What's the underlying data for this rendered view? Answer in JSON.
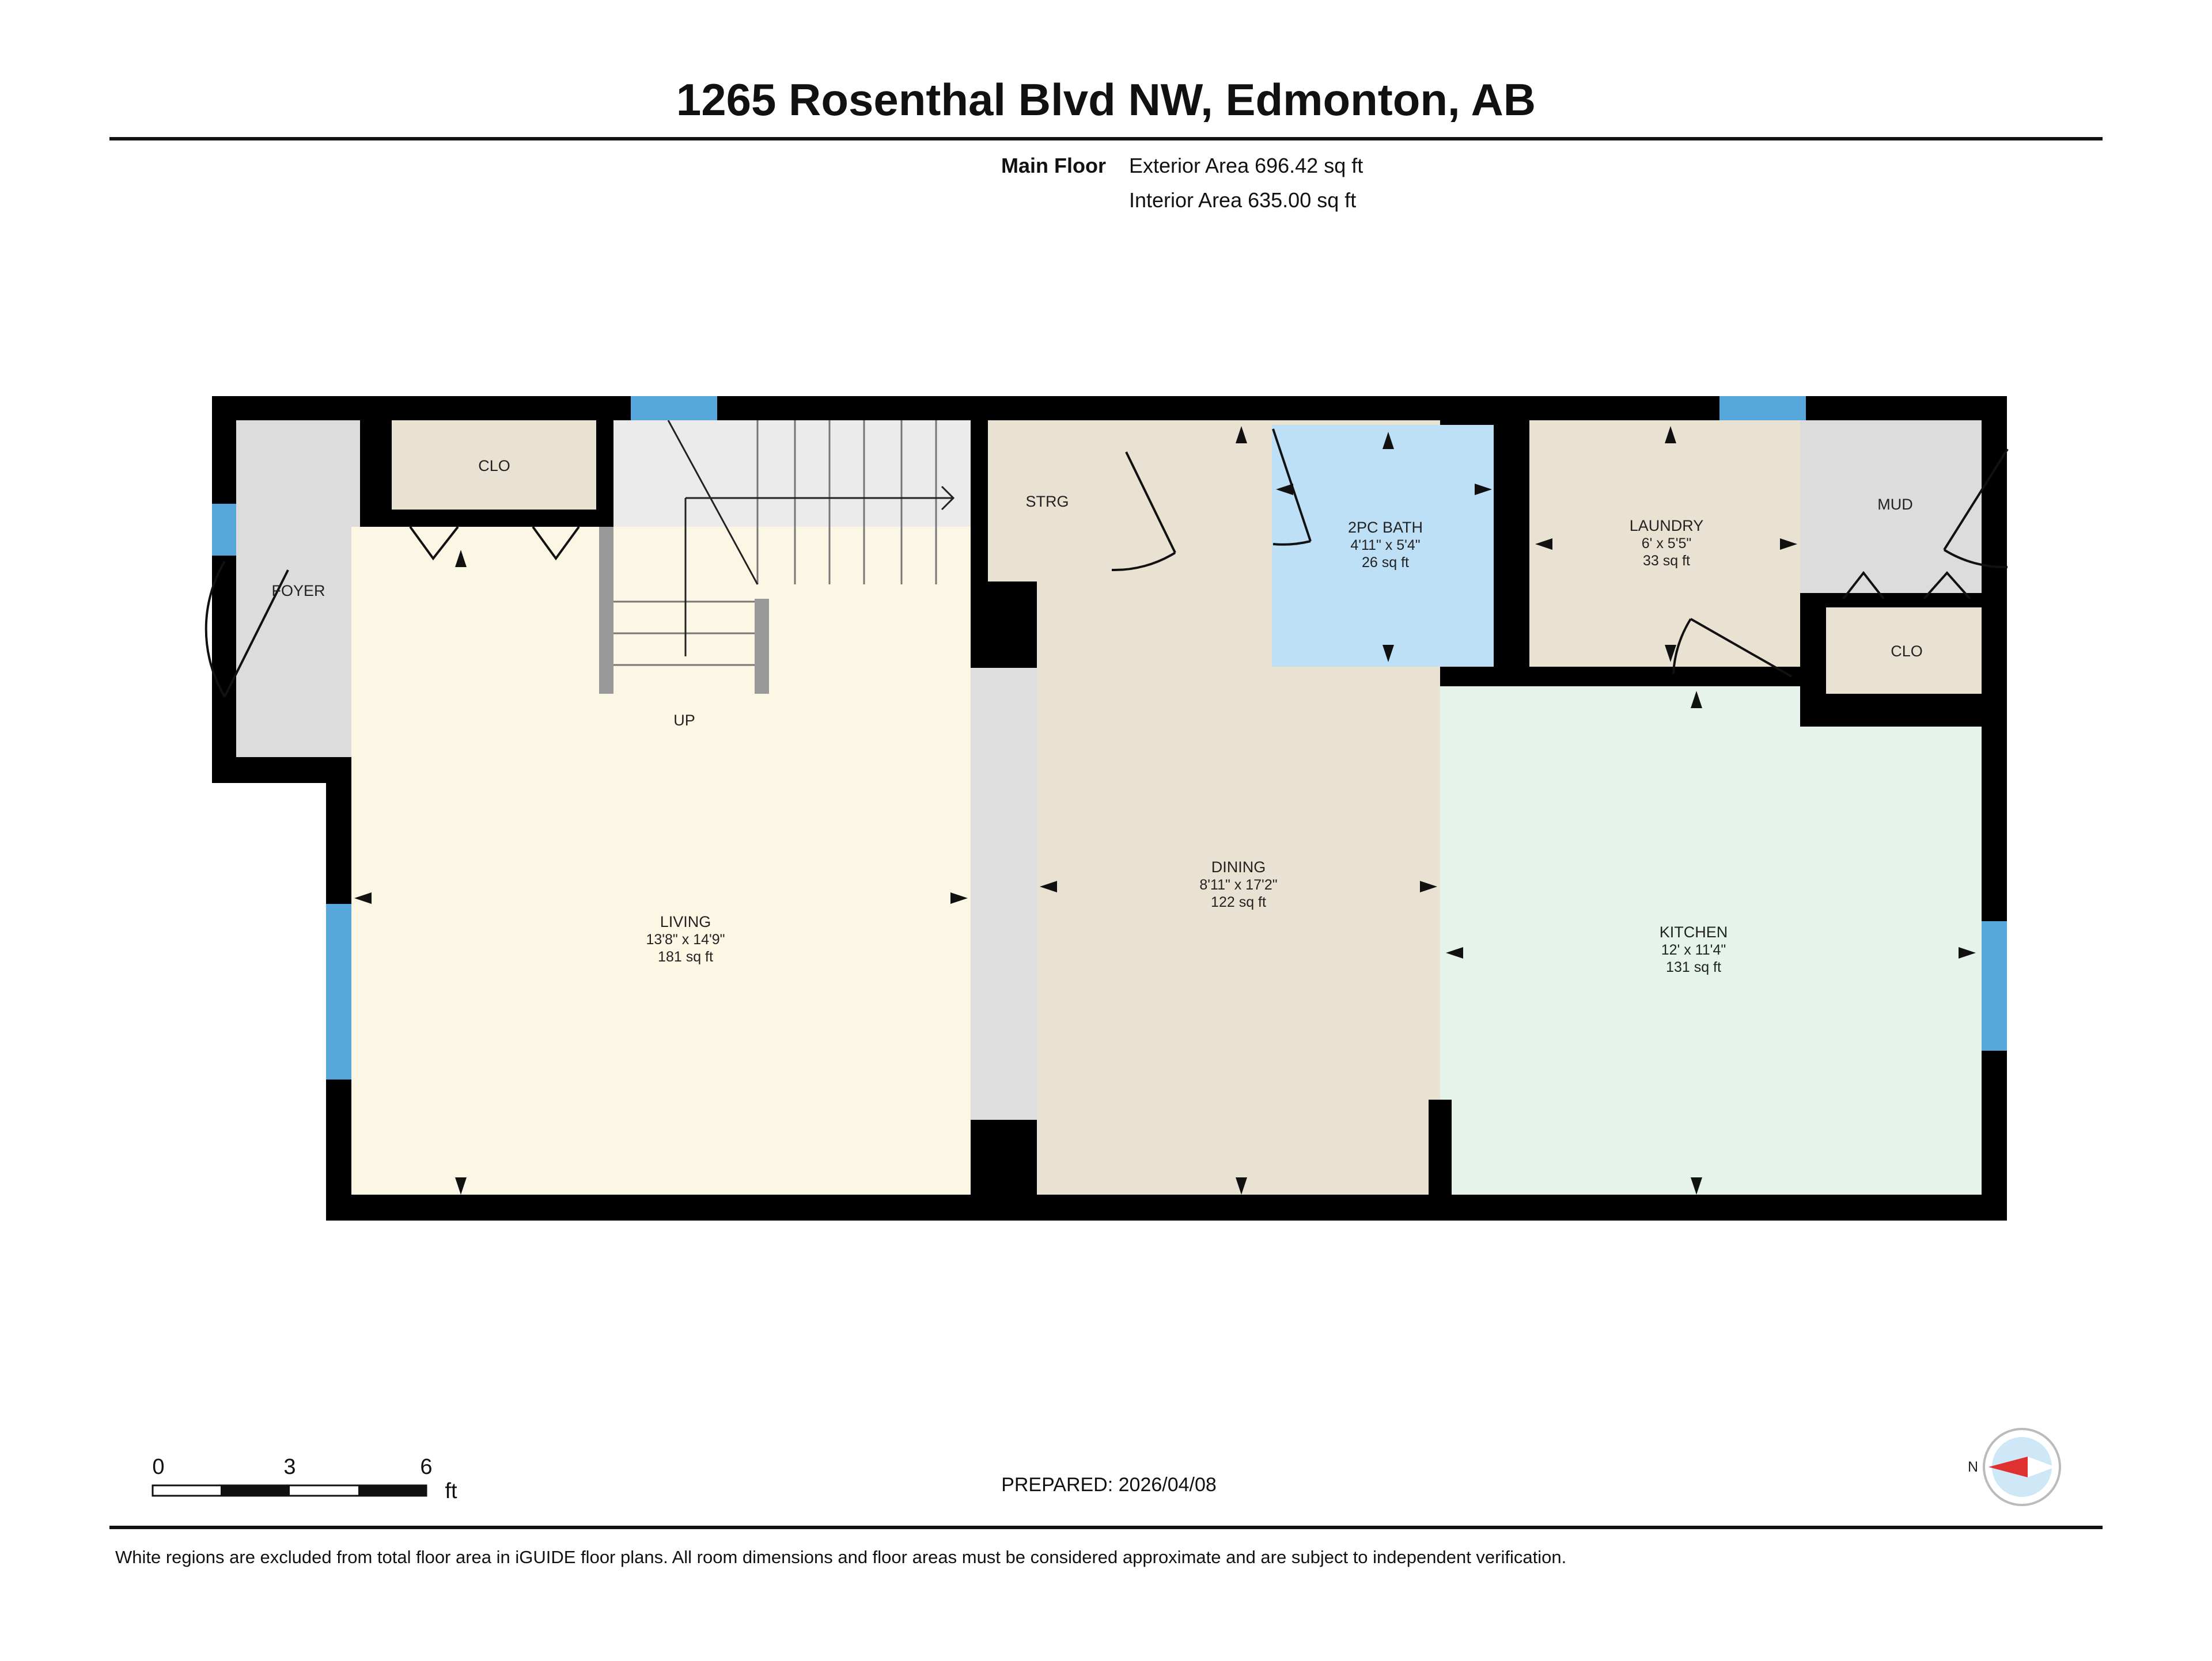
{
  "header": {
    "title": "1265 Rosenthal Blvd NW, Edmonton, AB",
    "floor_label": "Main Floor",
    "exterior_area": "Exterior Area 696.42 sq ft",
    "interior_area": "Interior Area 635.00 sq ft"
  },
  "rooms": {
    "foyer": {
      "name": "FOYER"
    },
    "clo_1": {
      "name": "CLO"
    },
    "strg": {
      "name": "STRG"
    },
    "bath": {
      "name": "2PC BATH",
      "dims": "4'11\" x 5'4\"",
      "area": "26 sq ft"
    },
    "laundry": {
      "name": "LAUNDRY",
      "dims": "6' x 5'5\"",
      "area": "33 sq ft"
    },
    "mud": {
      "name": "MUD"
    },
    "clo_2": {
      "name": "CLO"
    },
    "stairs": {
      "label": "UP"
    },
    "living": {
      "name": "LIVING",
      "dims": "13'8\" x 14'9\"",
      "area": "181 sq ft"
    },
    "dining": {
      "name": "DINING",
      "dims": "8'11\" x 17'2\"",
      "area": "122 sq ft"
    },
    "kitchen": {
      "name": "KITCHEN",
      "dims": "12' x 11'4\"",
      "area": "131 sq ft"
    }
  },
  "scale_bar": {
    "ticks": [
      "0",
      "3",
      "6"
    ],
    "unit": "ft"
  },
  "compass": {
    "north_label": "N"
  },
  "prepared": "PREPARED: 2026/04/08",
  "footer_note": "White regions are excluded from total floor area in iGUIDE floor plans. All room dimensions and floor areas must be considered approximate and are subject to independent verification.",
  "colors": {
    "wall": "#000000",
    "window": "#55a7dc",
    "living": "#fcf7e5",
    "dining": "#e9e1d2",
    "kitchen": "#e6f3ea",
    "bath": "#bde0f7",
    "laundry": "#e9e1d2",
    "closet": "#e9e1d2",
    "grey_area": "#dcdcdc",
    "hall": "#dedede"
  }
}
